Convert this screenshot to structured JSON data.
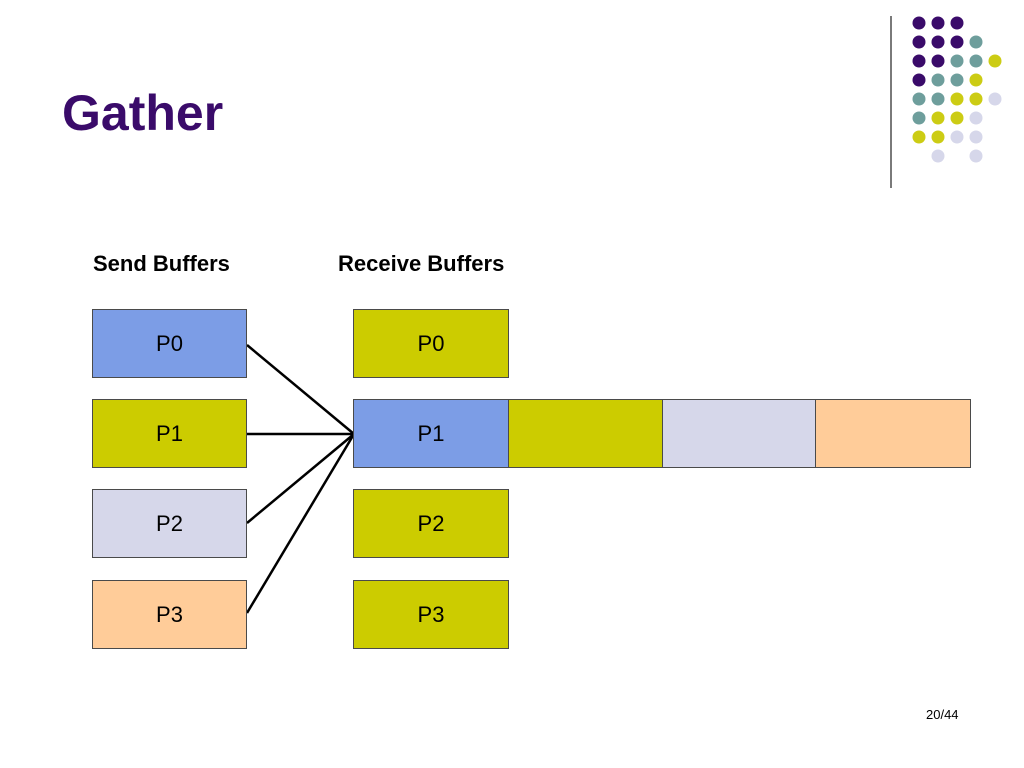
{
  "slide": {
    "title": "Gather",
    "page_number": "20/44"
  },
  "colors": {
    "title": "#3a0b6a",
    "p0_blue": "#7c9de6",
    "olive": "#cccc00",
    "lavender": "#d6d7ea",
    "peach": "#ffcc99",
    "dot_purple": "#3a0b6a",
    "dot_teal": "#6e9e9c",
    "dot_olive": "#cccc14",
    "dot_lavender": "#d6d7ea"
  },
  "decor": {
    "dot_pattern": [
      [
        "purple",
        "purple",
        "purple",
        null,
        null
      ],
      [
        "purple",
        "purple",
        "purple",
        "teal",
        null
      ],
      [
        "purple",
        "purple",
        "teal",
        "teal",
        "olive"
      ],
      [
        "purple",
        "teal",
        "teal",
        "olive",
        null
      ],
      [
        "teal",
        "teal",
        "olive",
        "olive",
        "lavender"
      ],
      [
        "teal",
        "olive",
        "olive",
        "lavender",
        null
      ],
      [
        "olive",
        "olive",
        "lavender",
        "lavender",
        null
      ],
      [
        null,
        "lavender",
        null,
        "lavender",
        null
      ]
    ]
  },
  "diagram": {
    "send_label": "Send Buffers",
    "receive_label": "Receive Buffers",
    "send_buffers": [
      {
        "label": "P0",
        "color": "#7c9de6"
      },
      {
        "label": "P1",
        "color": "#cccc00"
      },
      {
        "label": "P2",
        "color": "#d6d7ea"
      },
      {
        "label": "P3",
        "color": "#ffcc99"
      }
    ],
    "receive_buffers": [
      {
        "label": "P0",
        "color": "#cccc00"
      },
      {
        "label": "P1",
        "color": "#7c9de6"
      },
      {
        "label": "P2",
        "color": "#cccc00"
      },
      {
        "label": "P3",
        "color": "#cccc00"
      }
    ],
    "gathered_segments": [
      {
        "color": "#7c9de6"
      },
      {
        "color": "#cccc00"
      },
      {
        "color": "#d6d7ea"
      },
      {
        "color": "#ffcc99"
      }
    ]
  }
}
